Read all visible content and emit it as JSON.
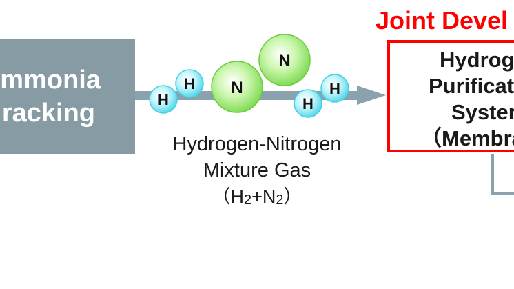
{
  "cracking": {
    "line1": "mmonia",
    "line2": "racking"
  },
  "gas": {
    "name_line1": "Hydrogen-Nitrogen",
    "name_line2": "Mixture Gas",
    "formula_open": "（H",
    "formula_sub1": "2",
    "formula_mid": "+N",
    "formula_sub2": "2",
    "formula_close": "）"
  },
  "molecule_atoms": {
    "h": "H",
    "n": "N"
  },
  "joint": {
    "label": "Joint Devel"
  },
  "purification": {
    "line1": "Hydrog",
    "line2": "Purificat",
    "line3": "Syster",
    "line4": "（Membra"
  },
  "colors": {
    "cracking_box": "#869ba4",
    "arrow": "#8aa2ad",
    "hydrogen_atom": "#7fe4f2",
    "nitrogen_atom": "#9ee67a",
    "joint_red": "#ff0000"
  }
}
